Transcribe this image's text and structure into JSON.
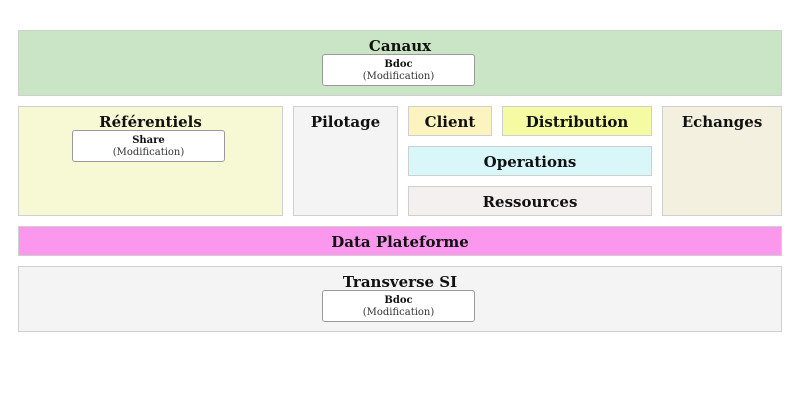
{
  "diagram": {
    "canaux": {
      "title": "Canaux",
      "color": "#cae5c6",
      "apps": [
        {
          "name": "Bdoc",
          "status": "(Modification)"
        }
      ]
    },
    "referentiels": {
      "title": "Référentiels",
      "color": "#f7f9d4",
      "apps": [
        {
          "name": "Share",
          "status": "(Modification)"
        }
      ]
    },
    "pilotage": {
      "title": "Pilotage",
      "color": "#f4f4f4"
    },
    "client": {
      "title": "Client",
      "color": "#fbf3c0"
    },
    "distribution": {
      "title": "Distribution",
      "color": "#f4fba3"
    },
    "operations": {
      "title": "Operations",
      "color": "#d9f7f9"
    },
    "ressources": {
      "title": "Ressources",
      "color": "#f4f0f0"
    },
    "echanges": {
      "title": "Echanges",
      "color": "#f4f0e0"
    },
    "data_plateforme": {
      "title": "Data Plateforme",
      "color": "#fb98ed"
    },
    "transverse_si": {
      "title": "Transverse SI",
      "color": "#f4f4f4",
      "apps": [
        {
          "name": "Bdoc",
          "status": "(Modification)"
        }
      ]
    }
  }
}
